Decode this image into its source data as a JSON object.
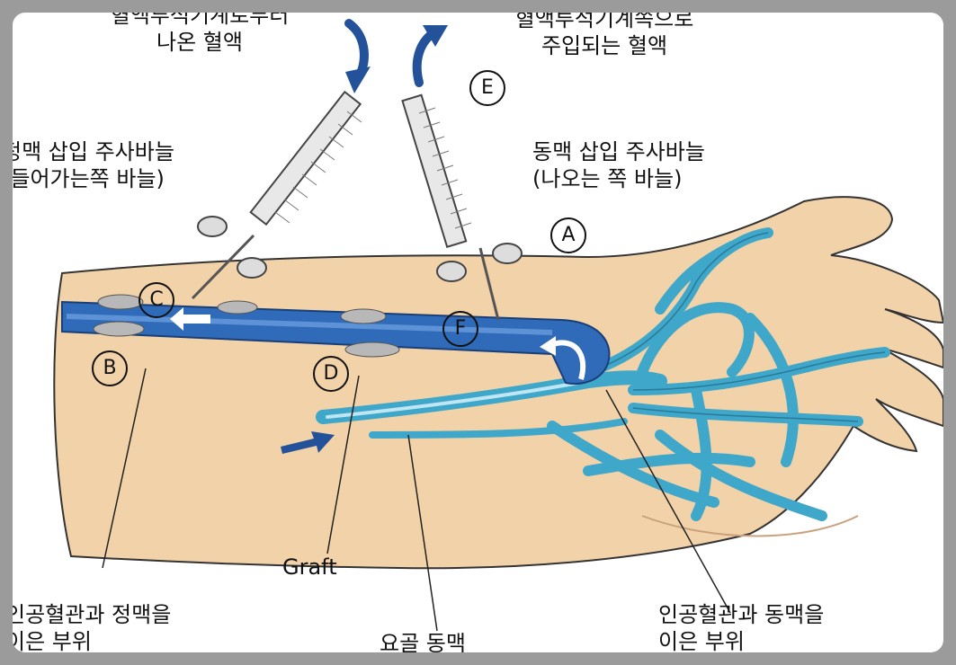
{
  "labels": {
    "blood_from_machine": [
      "혈액투석기계로부터",
      "나온 혈액"
    ],
    "blood_to_machine": [
      "혈액투석기계쪽으로",
      "주입되는 혈액"
    ],
    "venous_needle": [
      "정맥 삽입 주사바늘",
      "(들어가는쪽 바늘)"
    ],
    "arterial_needle": [
      "동맥 삽입 주사바늘",
      "(나오는 쪽 바늘)"
    ],
    "graft_vein_site": [
      "인공혈관과 정맥을",
      "이은 부위"
    ],
    "graft_artery_site": [
      "인공혈관과 동맥을",
      "이은 부위"
    ],
    "graft": "Graft",
    "radial_artery": "요골 동맥"
  },
  "markers": {
    "A": "A",
    "B": "B",
    "C": "C",
    "D": "D",
    "E": "E",
    "F": "F"
  },
  "colors": {
    "skin": "#f2d2a8",
    "graft_blue": "#2f6bb8",
    "artery_teal": "#3fa7c9",
    "arrow_blue": "#23529a",
    "outline": "#222222"
  }
}
